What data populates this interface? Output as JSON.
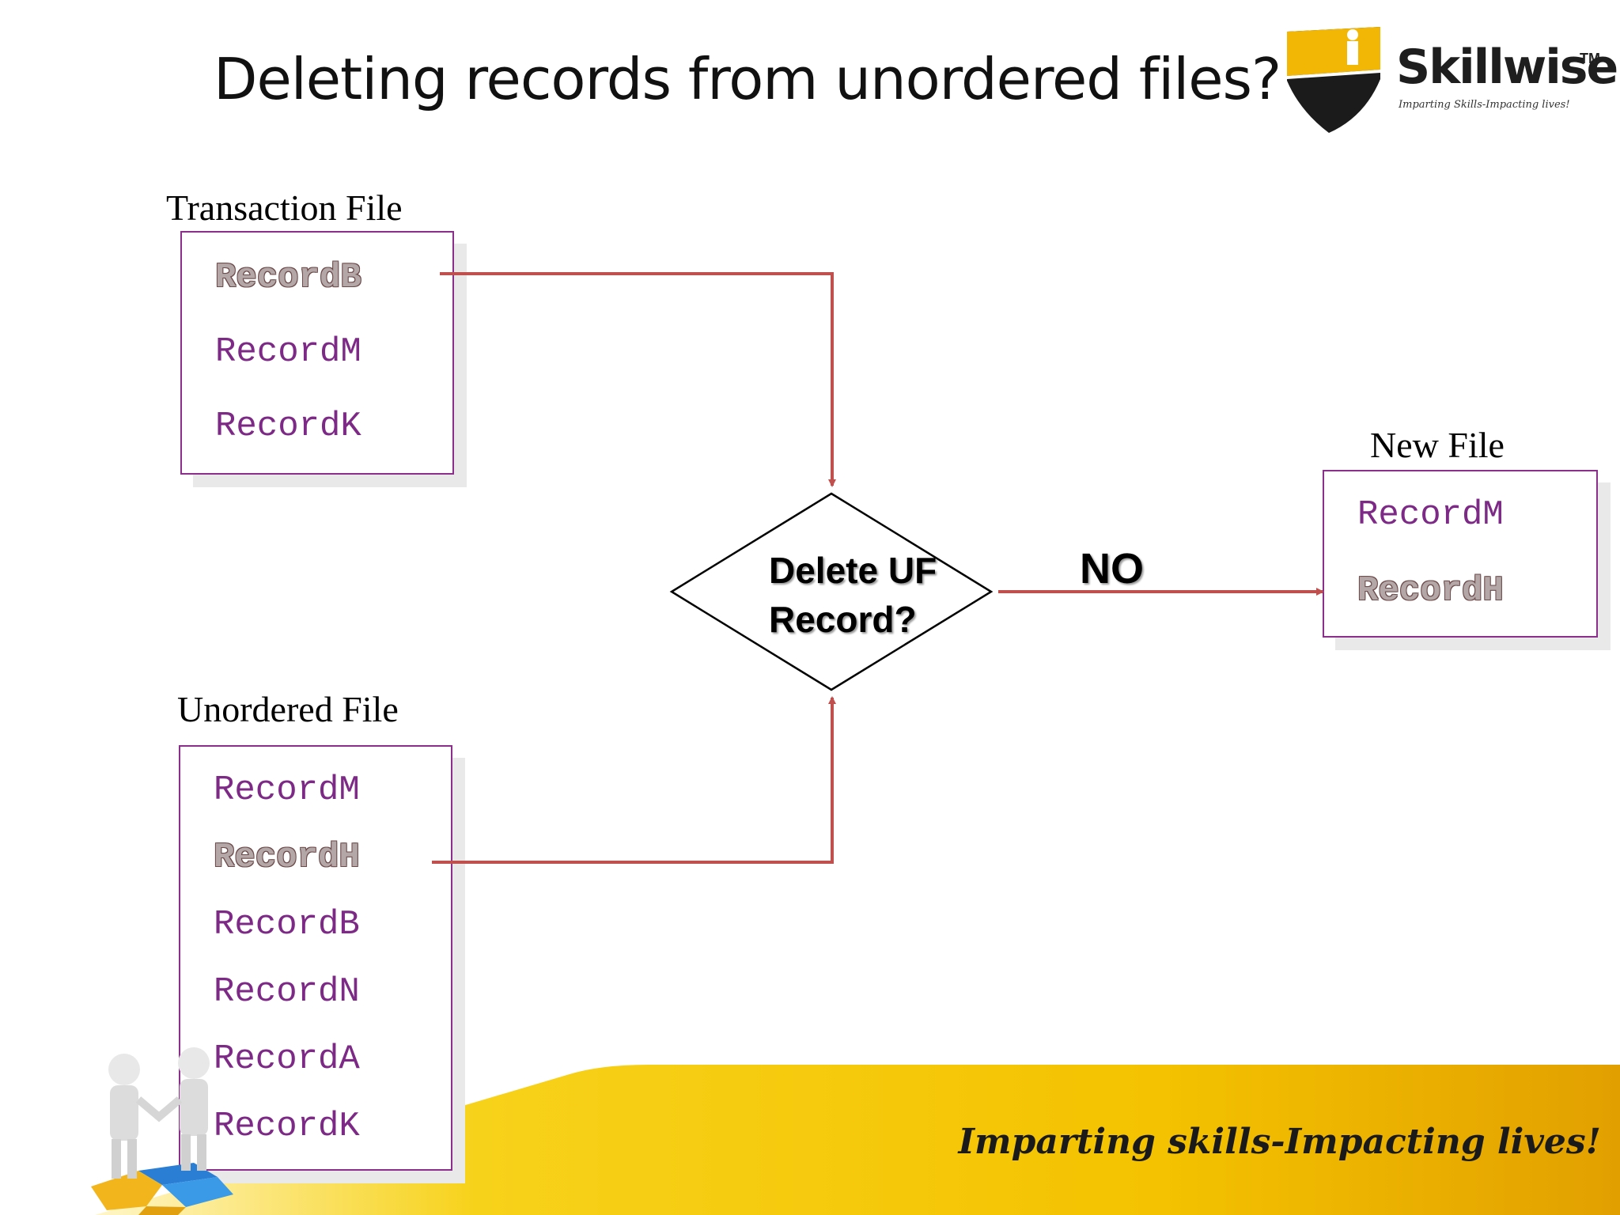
{
  "slide": {
    "title": "Deleting records from unordered files?"
  },
  "logo": {
    "name": "Skillwise",
    "trademark": "TM",
    "tagline": "Imparting Skills-Impacting lives!"
  },
  "transaction_file": {
    "label": "Transaction File",
    "records": [
      "RecordB",
      "RecordM",
      "RecordK"
    ],
    "highlighted_index": 0
  },
  "unordered_file": {
    "label": "Unordered File",
    "records": [
      "RecordM",
      "RecordH",
      "RecordB",
      "RecordN",
      "RecordA",
      "RecordK"
    ],
    "highlighted_index": 1
  },
  "new_file": {
    "label": "New File",
    "records": [
      "RecordM",
      "RecordH"
    ],
    "highlighted_index": 1
  },
  "decision": {
    "line1": "Delete UF",
    "line2": "Record?",
    "branch_label": "NO"
  },
  "footer": {
    "tagline": "Imparting skills-Impacting lives!"
  },
  "colors": {
    "box_border": "#8a2f8a",
    "record_text": "#7d2a86",
    "arrow": "#c0504d",
    "footer_gold": "#f0b400"
  }
}
